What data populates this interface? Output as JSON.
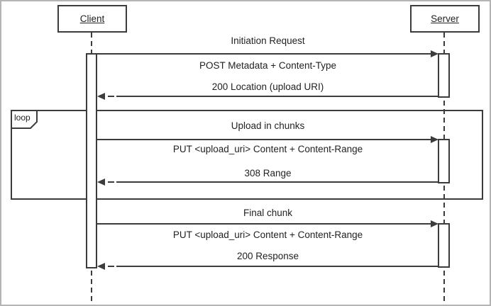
{
  "diagram": {
    "type": "uml-sequence",
    "participants": [
      {
        "name": "Client"
      },
      {
        "name": "Server"
      }
    ],
    "loop_fragment": {
      "label": "loop"
    },
    "exchanges": [
      {
        "title": "Initiation Request",
        "request": "POST Metadata + Content-Type",
        "response": "200 Location (upload URI)",
        "in_loop": false
      },
      {
        "title": "Upload in chunks",
        "request": "PUT <upload_uri> Content + Content-Range",
        "response": "308 Range",
        "in_loop": true
      },
      {
        "title": "Final chunk",
        "request": "PUT <upload_uri> Content + Content-Range",
        "response": "200 Response",
        "in_loop": false
      }
    ],
    "icons": {
      "request_arrowhead": "filled-triangle-right",
      "response_arrowhead": "filled-triangle-left"
    },
    "colors": {
      "line": "#3c3c3c",
      "text": "#222222",
      "frame": "#b4b4b4",
      "background": "#ffffff"
    }
  }
}
